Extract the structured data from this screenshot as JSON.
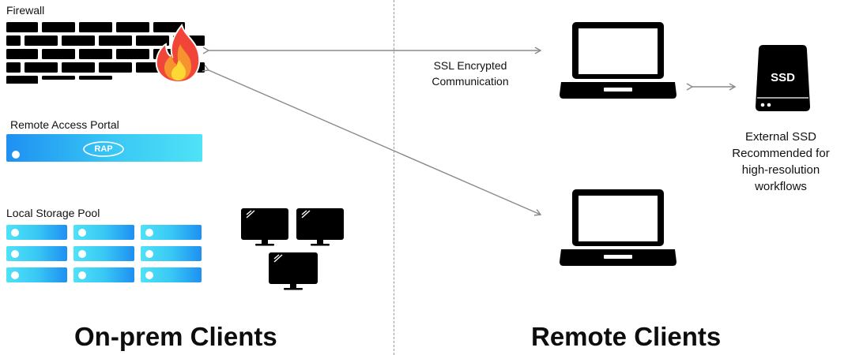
{
  "firewall": {
    "label": "Firewall",
    "icon": "brick-wall-fire-icon"
  },
  "portal": {
    "label": "Remote Access Portal",
    "logo_text": "RAP",
    "icon": "rap-logo-icon"
  },
  "storage": {
    "label": "Local Storage Pool",
    "rows": 3,
    "columns": 3,
    "icon": "storage-server-icon"
  },
  "onprem": {
    "title": "On-prem Clients",
    "icon": "desktop-monitor-icon"
  },
  "remote": {
    "title": "Remote Clients",
    "icon": "laptop-icon"
  },
  "connection": {
    "line1": "SSL Encrypted",
    "line2": "Communication"
  },
  "ssd": {
    "badge": "SSD",
    "caption": [
      "External SSD",
      "Recommended for",
      "high-resolution",
      "workflows"
    ],
    "icon": "external-ssd-icon"
  },
  "colors": {
    "accent_start": "#1e90f2",
    "accent_end": "#4fe2f7",
    "arrow": "#8a8a8a",
    "flame_outer": "#f2453a",
    "flame_inner": "#fdd835",
    "divider": "#9a9a9a"
  }
}
